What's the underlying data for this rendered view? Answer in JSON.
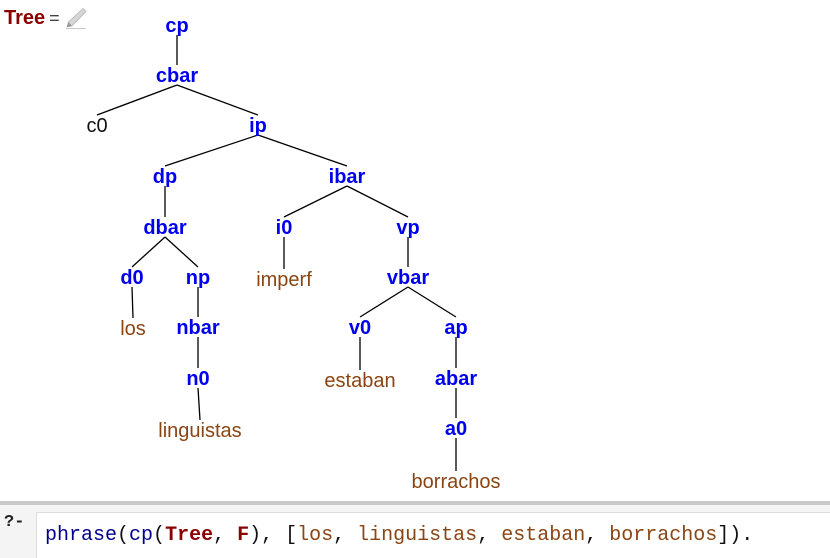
{
  "answer": {
    "variable": "Tree",
    "equals": "=",
    "edit_icon": "pencil-icon"
  },
  "tree": {
    "nodes": [
      {
        "id": "cp",
        "label": "cp",
        "kind": "cat"
      },
      {
        "id": "cbar",
        "label": "cbar",
        "kind": "cat"
      },
      {
        "id": "c0",
        "label": "c0",
        "kind": "plain"
      },
      {
        "id": "ip",
        "label": "ip",
        "kind": "cat"
      },
      {
        "id": "dp",
        "label": "dp",
        "kind": "cat"
      },
      {
        "id": "ibar",
        "label": "ibar",
        "kind": "cat"
      },
      {
        "id": "dbar",
        "label": "dbar",
        "kind": "cat"
      },
      {
        "id": "i0",
        "label": "i0",
        "kind": "cat"
      },
      {
        "id": "vp",
        "label": "vp",
        "kind": "cat"
      },
      {
        "id": "d0",
        "label": "d0",
        "kind": "cat"
      },
      {
        "id": "np",
        "label": "np",
        "kind": "cat"
      },
      {
        "id": "imperf",
        "label": "imperf",
        "kind": "word"
      },
      {
        "id": "vbar",
        "label": "vbar",
        "kind": "cat"
      },
      {
        "id": "los",
        "label": "los",
        "kind": "word"
      },
      {
        "id": "nbar",
        "label": "nbar",
        "kind": "cat"
      },
      {
        "id": "v0",
        "label": "v0",
        "kind": "cat"
      },
      {
        "id": "ap",
        "label": "ap",
        "kind": "cat"
      },
      {
        "id": "n0",
        "label": "n0",
        "kind": "cat"
      },
      {
        "id": "estaban",
        "label": "estaban",
        "kind": "word"
      },
      {
        "id": "abar",
        "label": "abar",
        "kind": "cat"
      },
      {
        "id": "linguistas",
        "label": "linguistas",
        "kind": "word"
      },
      {
        "id": "a0",
        "label": "a0",
        "kind": "cat"
      },
      {
        "id": "borrachos",
        "label": "borrachos",
        "kind": "word"
      }
    ],
    "edges": [
      [
        "cp",
        "cbar"
      ],
      [
        "cbar",
        "c0"
      ],
      [
        "cbar",
        "ip"
      ],
      [
        "ip",
        "dp"
      ],
      [
        "ip",
        "ibar"
      ],
      [
        "dp",
        "dbar"
      ],
      [
        "dbar",
        "d0"
      ],
      [
        "dbar",
        "np"
      ],
      [
        "d0",
        "los"
      ],
      [
        "np",
        "nbar"
      ],
      [
        "nbar",
        "n0"
      ],
      [
        "n0",
        "linguistas"
      ],
      [
        "ibar",
        "i0"
      ],
      [
        "ibar",
        "vp"
      ],
      [
        "i0",
        "imperf"
      ],
      [
        "vp",
        "vbar"
      ],
      [
        "vbar",
        "v0"
      ],
      [
        "vbar",
        "ap"
      ],
      [
        "v0",
        "estaban"
      ],
      [
        "ap",
        "abar"
      ],
      [
        "abar",
        "a0"
      ],
      [
        "a0",
        "borrachos"
      ]
    ]
  },
  "query": {
    "prompt": "?-",
    "tokens": [
      {
        "text": "phrase",
        "cls": "pred"
      },
      {
        "text": "(",
        "cls": "punct"
      },
      {
        "text": "cp",
        "cls": "pred"
      },
      {
        "text": "(",
        "cls": "punct"
      },
      {
        "text": "Tree",
        "cls": "var"
      },
      {
        "text": ", ",
        "cls": "punct"
      },
      {
        "text": "F",
        "cls": "var"
      },
      {
        "text": "), [",
        "cls": "punct"
      },
      {
        "text": "los",
        "cls": "atom"
      },
      {
        "text": ", ",
        "cls": "punct"
      },
      {
        "text": "linguistas",
        "cls": "atom"
      },
      {
        "text": ", ",
        "cls": "punct"
      },
      {
        "text": "estaban",
        "cls": "atom"
      },
      {
        "text": ", ",
        "cls": "punct"
      },
      {
        "text": "borrachos",
        "cls": "atom"
      },
      {
        "text": "]).",
        "cls": "punct"
      }
    ]
  }
}
